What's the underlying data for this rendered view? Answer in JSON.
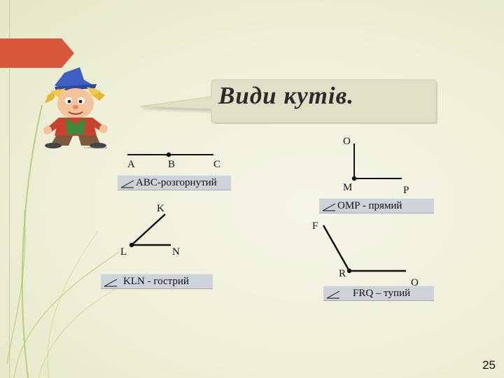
{
  "title": "Види кутів.",
  "page_number": "25",
  "scarecrow_caption": "ru.fotolia.fotolia.ua",
  "angles": {
    "abc": {
      "points": [
        "A",
        "B",
        "C"
      ],
      "label": "ABC-розгорнутий"
    },
    "omp": {
      "points": [
        "O",
        "M",
        "P"
      ],
      "label": "OMP - прямий"
    },
    "kln": {
      "points": [
        "K",
        "L",
        "N"
      ],
      "label": "KLN - гострий"
    },
    "frq": {
      "points": [
        "F",
        "R",
        "Q"
      ],
      "label": "FRQ – тупий"
    }
  },
  "colors": {
    "banner": "#d9573b",
    "bubble": "#dfe0c6",
    "chip": "#cfd3d9",
    "background": "#eef0d8"
  }
}
